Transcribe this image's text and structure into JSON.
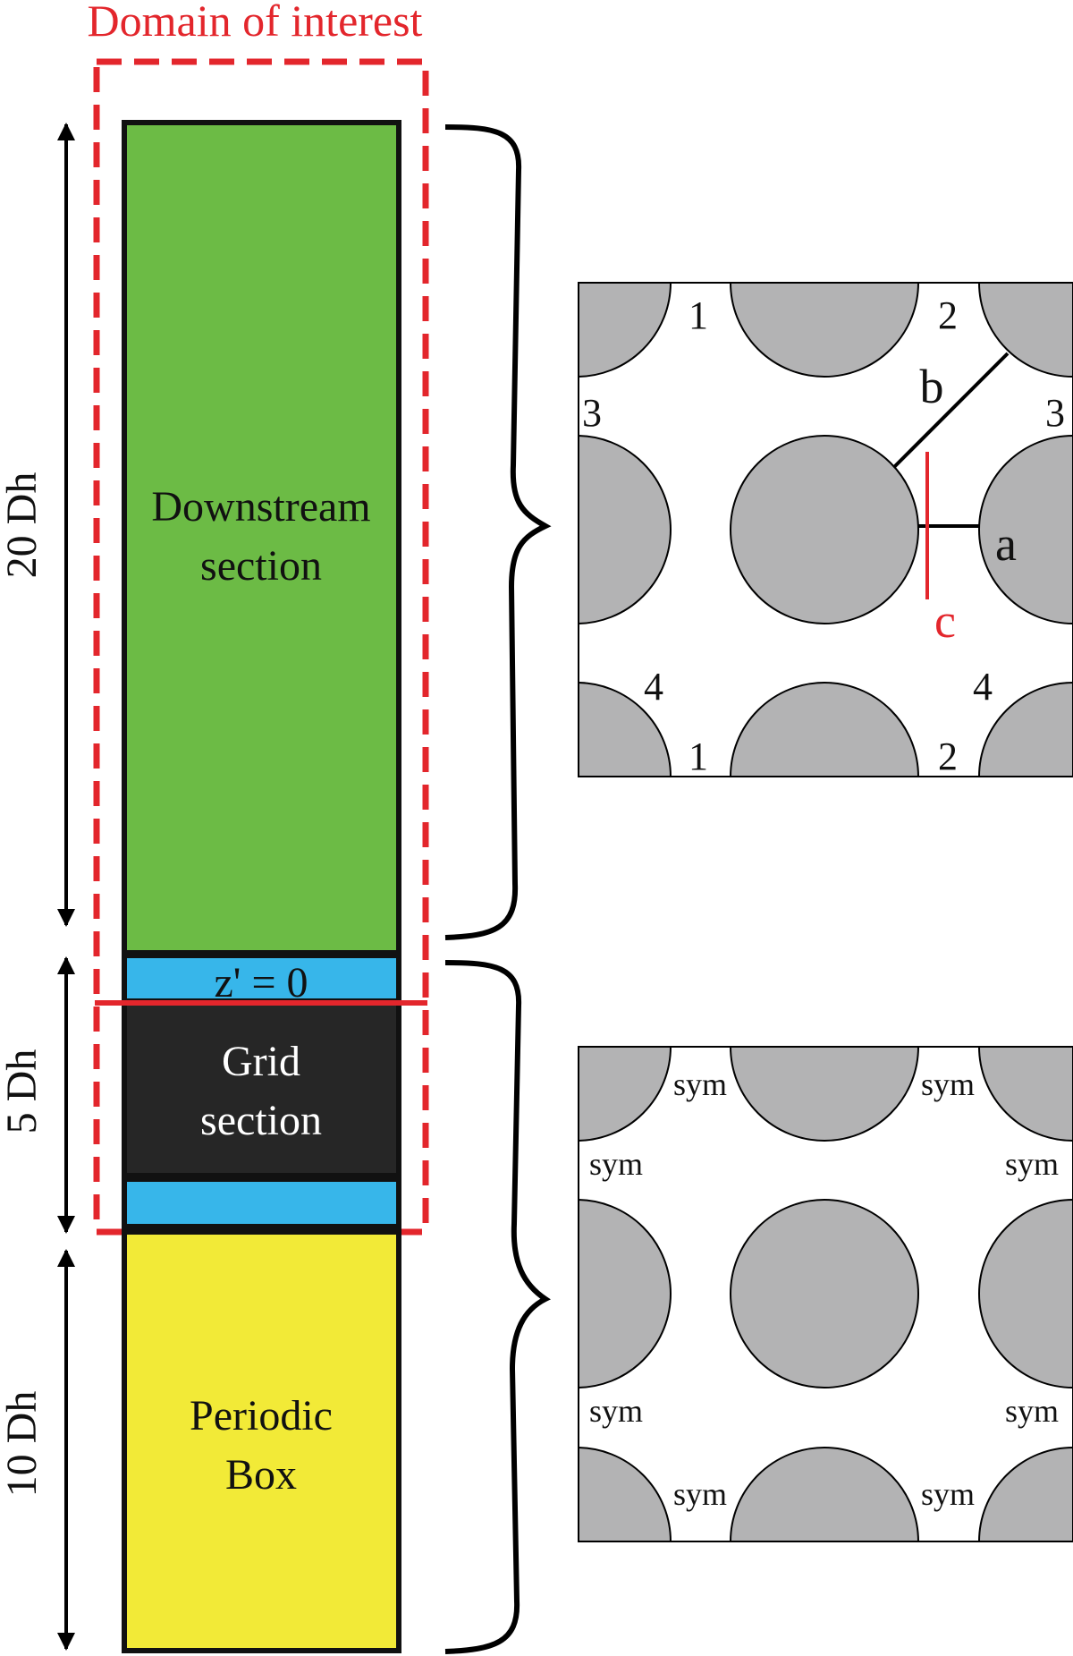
{
  "title": "Domain of interest",
  "sections": {
    "downstream": {
      "line1": "Downstream",
      "line2": "section"
    },
    "grid": {
      "line1": "Grid",
      "line2": "section"
    },
    "periodic": {
      "line1": "Periodic",
      "line2": "Box"
    },
    "origin_label": "z' = 0"
  },
  "dimensions": {
    "downstream": "20 Dh",
    "grid": "5 Dh",
    "periodic": "10 Dh"
  },
  "top_cross_section": {
    "corner_labels": {
      "top_left": "1",
      "top_right": "2",
      "left_top": "3",
      "right_top": "3",
      "left_bottom": "4",
      "right_bottom": "4",
      "bottom_left": "1",
      "bottom_right": "2"
    },
    "line_labels": {
      "a": "a",
      "b": "b",
      "c": "c"
    }
  },
  "bottom_cross_section": {
    "sym_label": "sym"
  },
  "colors": {
    "domain_outline": "#e3262c",
    "downstream_fill": "#6cbb45",
    "spacer_fill": "#37b6ea",
    "grid_fill": "#262626",
    "periodic_fill": "#f2ea37",
    "rod_fill": "#b3b3b4",
    "line_c": "#e3262c"
  }
}
